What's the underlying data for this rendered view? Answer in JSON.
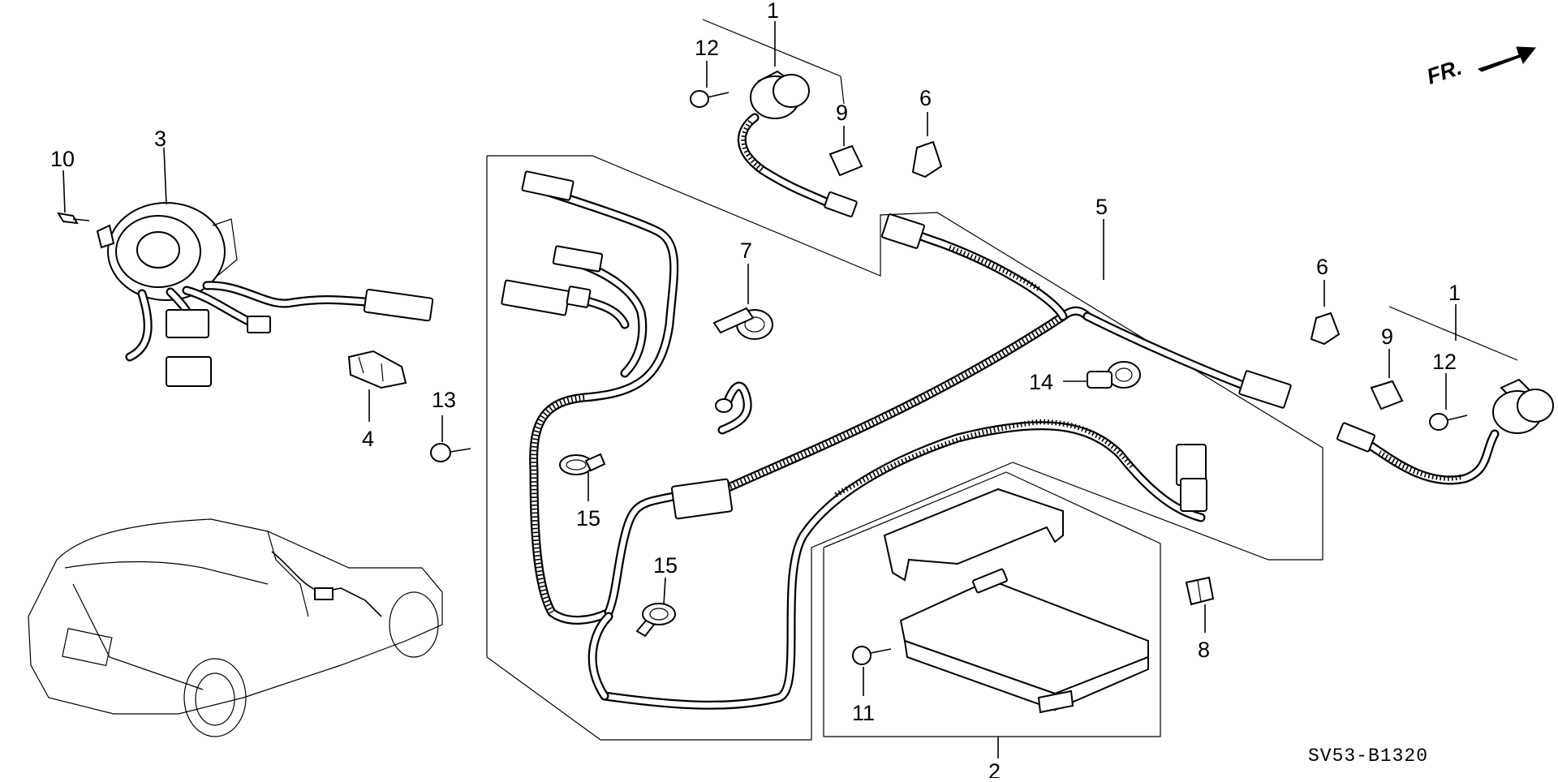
{
  "diagram": {
    "code": "SV53-B1320",
    "direction_label": "FR.",
    "callouts": {
      "c1a": "1",
      "c1b": "1",
      "c2": "2",
      "c3": "3",
      "c4": "4",
      "c5": "5",
      "c6a": "6",
      "c6b": "6",
      "c7": "7",
      "c8": "8",
      "c9a": "9",
      "c9b": "9",
      "c10": "10",
      "c11": "11",
      "c12a": "12",
      "c12b": "12",
      "c13": "13",
      "c14": "14",
      "c15a": "15",
      "c15b": "15"
    },
    "icons": [
      "clock-spring-icon",
      "side-impact-sensor-icon",
      "srs-harness-icon",
      "srs-unit-icon",
      "harness-clip-icon",
      "bolt-icon",
      "screw-icon",
      "band-clip-icon",
      "vehicle-location-icon",
      "front-direction-arrow-icon"
    ]
  }
}
